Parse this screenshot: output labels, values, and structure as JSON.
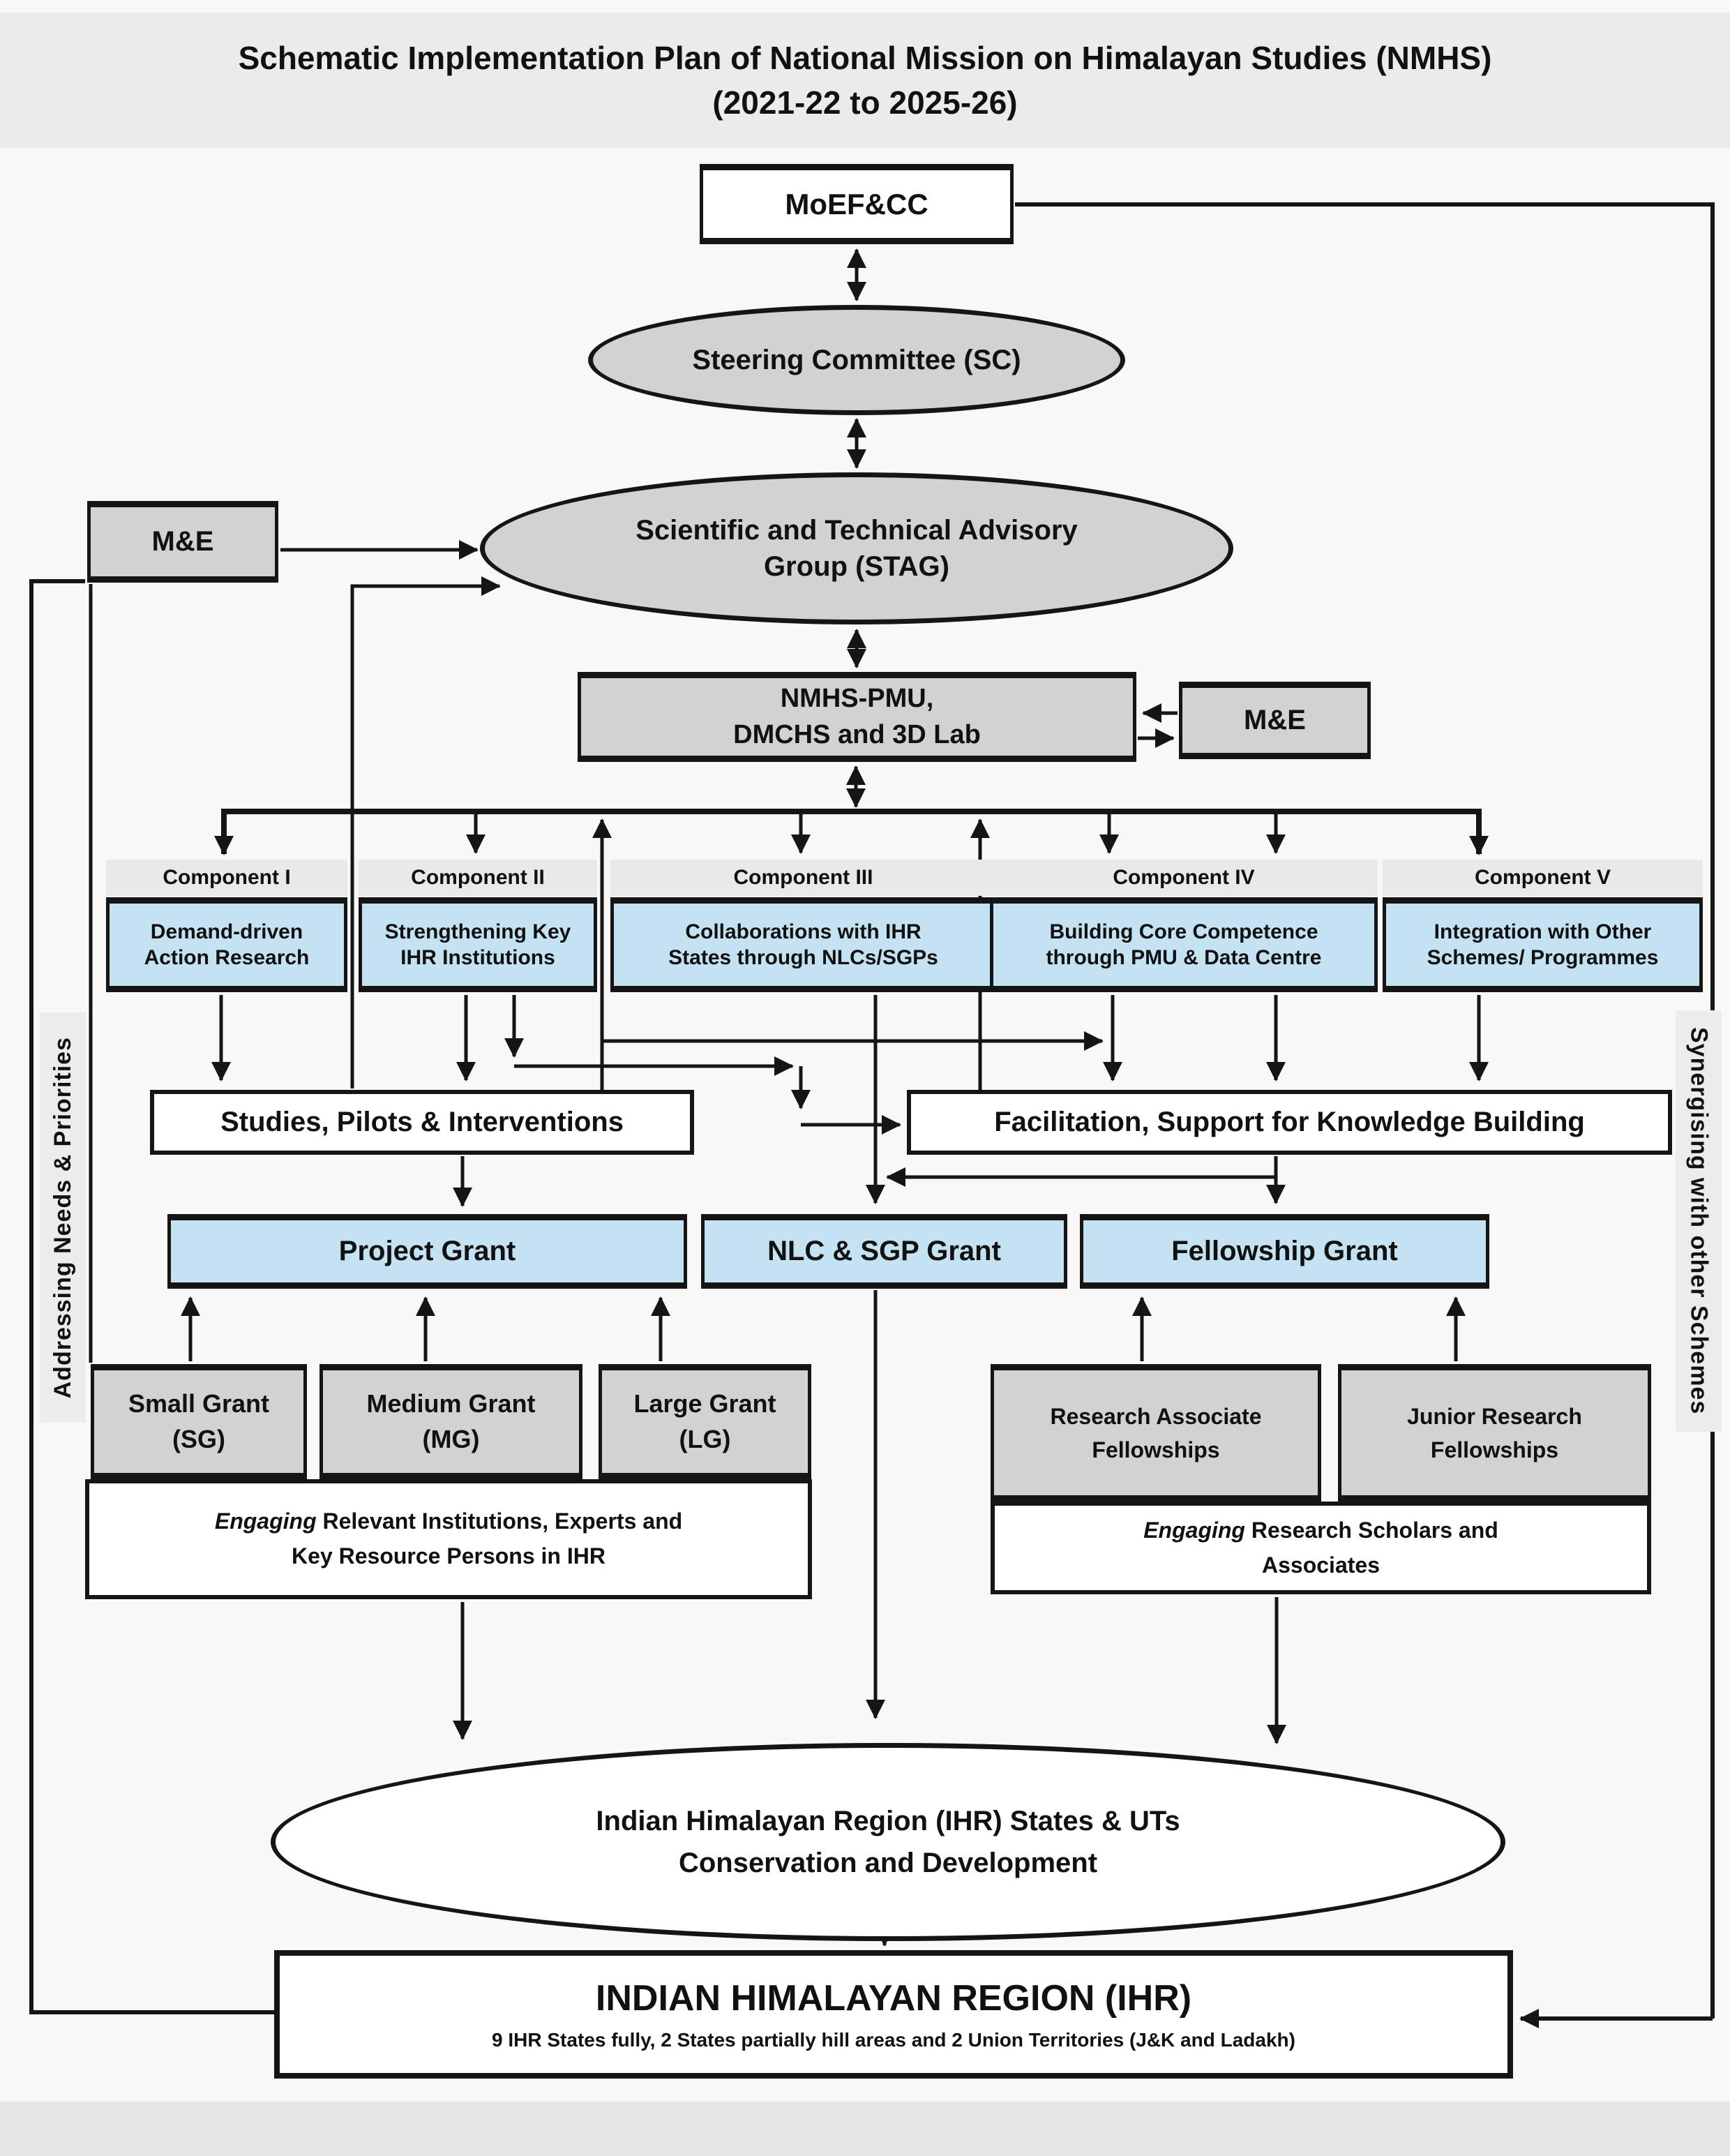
{
  "title": {
    "line1": "Schematic Implementation Plan of National Mission on Himalayan Studies (NMHS)",
    "line2": "(2021-22 to 2025-26)"
  },
  "nodes": {
    "moefcc": "MoEF&CC",
    "steering": "Steering Committee (SC)",
    "stag_line1": "Scientific and Technical Advisory",
    "stag_line2": "Group (STAG)",
    "me_left": "M&E",
    "me_right": "M&E",
    "pmu_line1": "NMHS-PMU,",
    "pmu_line2": "DMCHS and 3D Lab"
  },
  "components": [
    {
      "header": "Component I",
      "line1": "Demand-driven",
      "line2": "Action Research"
    },
    {
      "header": "Component II",
      "line1": "Strengthening Key",
      "line2": "IHR Institutions"
    },
    {
      "header": "Component III",
      "line1": "Collaborations with IHR",
      "line2": "States through NLCs/SGPs"
    },
    {
      "header": "Component IV",
      "line1": "Building Core Competence",
      "line2": "through PMU & Data Centre"
    },
    {
      "header": "Component V",
      "line1": "Integration with Other",
      "line2": "Schemes/ Programmes"
    }
  ],
  "work_boxes": {
    "studies": "Studies, Pilots & Interventions",
    "facilitation": "Facilitation, Support for Knowledge Building"
  },
  "grants": {
    "project": "Project Grant",
    "nlc_sgp": "NLC & SGP Grant",
    "fellowship": "Fellowship Grant"
  },
  "subgrants": [
    {
      "line1": "Small Grant",
      "line2": "(SG)"
    },
    {
      "line1": "Medium Grant",
      "line2": "(MG)"
    },
    {
      "line1": "Large Grant",
      "line2": "(LG)"
    }
  ],
  "fellowships": [
    {
      "line1": "Research Associate",
      "line2": "Fellowships"
    },
    {
      "line1": "Junior Research",
      "line2": "Fellowships"
    }
  ],
  "engaging": {
    "left": {
      "italic": "Engaging",
      "rest": "Relevant Institutions, Experts and",
      "line2": "Key Resource Persons in IHR"
    },
    "right": {
      "italic": "Engaging",
      "rest": "Research Scholars and",
      "line2": "Associates"
    }
  },
  "region_ellipse": {
    "line1": "Indian Himalayan Region (IHR) States & UTs",
    "line2": "Conservation and Development"
  },
  "ihr_box": {
    "title": "INDIAN HIMALAYAN REGION (IHR)",
    "subtitle": "9 IHR States fully, 2 States partially hill areas and 2 Union Territories (J&K and Ladakh)"
  },
  "side_labels": {
    "left": "Addressing Needs & Priorities",
    "right": "Synergising with other Schemes"
  },
  "colors": {
    "component_blue": "#c4e2f2",
    "box_gray": "#d2d2d2",
    "header_gray": "#e9e9e9",
    "band_gray": "#ecebe9",
    "line_black": "#151515"
  }
}
